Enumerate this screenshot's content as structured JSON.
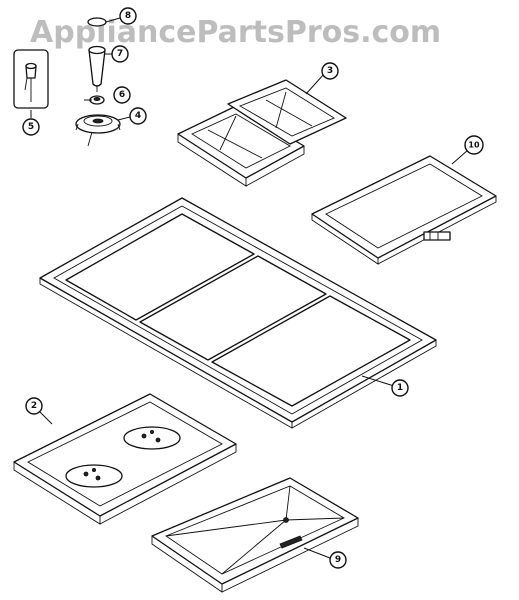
{
  "watermark": "AppliancePartsPros.com",
  "callouts": [
    "1",
    "2",
    "3",
    "4",
    "5",
    "6",
    "7",
    "8",
    "9",
    "10"
  ]
}
